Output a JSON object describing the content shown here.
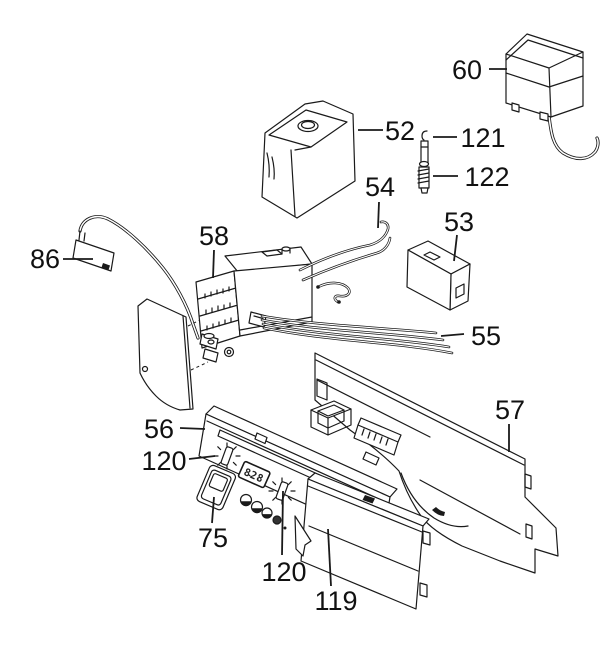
{
  "diagram": {
    "background_color": "#ffffff",
    "line_color": "#1a1a1a",
    "display_value": "828",
    "callouts": [
      {
        "part_number": "60"
      },
      {
        "part_number": "52"
      },
      {
        "part_number": "121"
      },
      {
        "part_number": "122"
      },
      {
        "part_number": "54"
      },
      {
        "part_number": "53"
      },
      {
        "part_number": "58"
      },
      {
        "part_number": "86"
      },
      {
        "part_number": "55"
      },
      {
        "part_number": "57"
      },
      {
        "part_number": "56"
      },
      {
        "part_number": "120"
      },
      {
        "part_number": "75"
      },
      {
        "part_number": "120"
      },
      {
        "part_number": "119"
      }
    ]
  }
}
